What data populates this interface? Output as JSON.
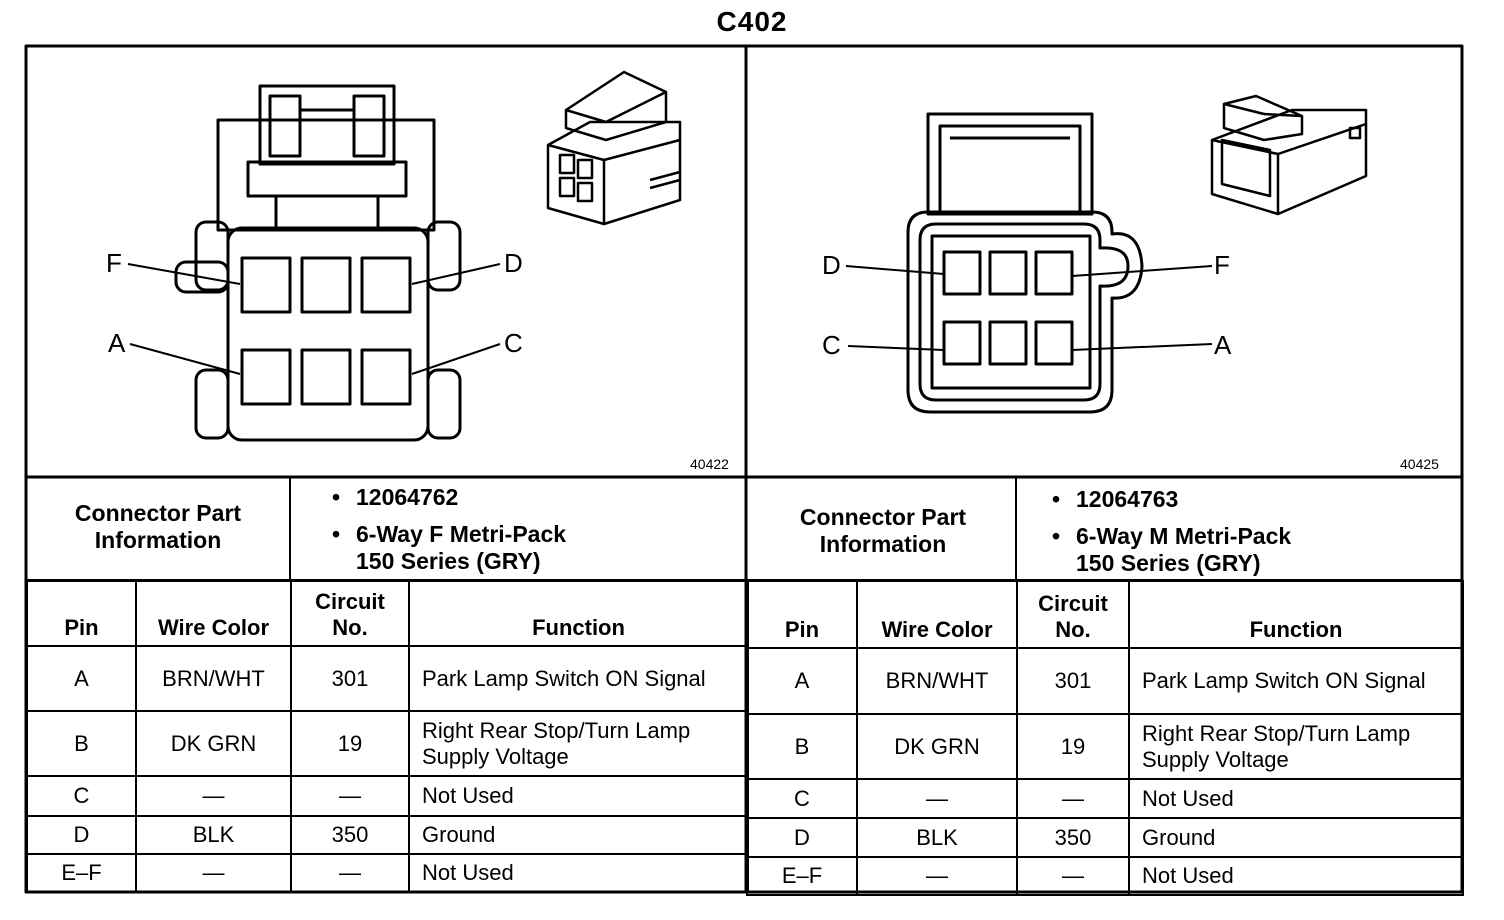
{
  "title": "C402",
  "left": {
    "figure_id": "40422",
    "pin_labels": [
      "F",
      "D",
      "A",
      "C"
    ],
    "part_info_label": "Connector Part Information",
    "part_number": "12064762",
    "part_desc_line1": "6-Way F Metri-Pack",
    "part_desc_line2": "150 Series (GRY)",
    "headers": {
      "pin": "Pin",
      "wire": "Wire Color",
      "circuit": "Circuit No.",
      "function": "Function"
    },
    "rows": [
      {
        "pin": "A",
        "wire": "BRN/WHT",
        "circuit": "301",
        "function": "Park Lamp Switch ON Signal"
      },
      {
        "pin": "B",
        "wire": "DK GRN",
        "circuit": "19",
        "function": "Right Rear Stop/Turn Lamp Supply Voltage"
      },
      {
        "pin": "C",
        "wire": "—",
        "circuit": "—",
        "function": "Not Used"
      },
      {
        "pin": "D",
        "wire": "BLK",
        "circuit": "350",
        "function": "Ground"
      },
      {
        "pin": "E–F",
        "wire": "—",
        "circuit": "—",
        "function": "Not Used"
      }
    ]
  },
  "right": {
    "figure_id": "40425",
    "pin_labels": [
      "D",
      "F",
      "C",
      "A"
    ],
    "part_info_label": "Connector Part Information",
    "part_number": "12064763",
    "part_desc_line1": "6-Way M Metri-Pack",
    "part_desc_line2": "150 Series (GRY)",
    "headers": {
      "pin": "Pin",
      "wire": "Wire Color",
      "circuit": "Circuit No.",
      "function": "Function"
    },
    "rows": [
      {
        "pin": "A",
        "wire": "BRN/WHT",
        "circuit": "301",
        "function": "Park Lamp Switch ON Signal"
      },
      {
        "pin": "B",
        "wire": "DK GRN",
        "circuit": "19",
        "function": "Right Rear Stop/Turn Lamp Supply Voltage"
      },
      {
        "pin": "C",
        "wire": "—",
        "circuit": "—",
        "function": "Not Used"
      },
      {
        "pin": "D",
        "wire": "BLK",
        "circuit": "350",
        "function": "Ground"
      },
      {
        "pin": "E–F",
        "wire": "—",
        "circuit": "—",
        "function": "Not Used"
      }
    ]
  }
}
